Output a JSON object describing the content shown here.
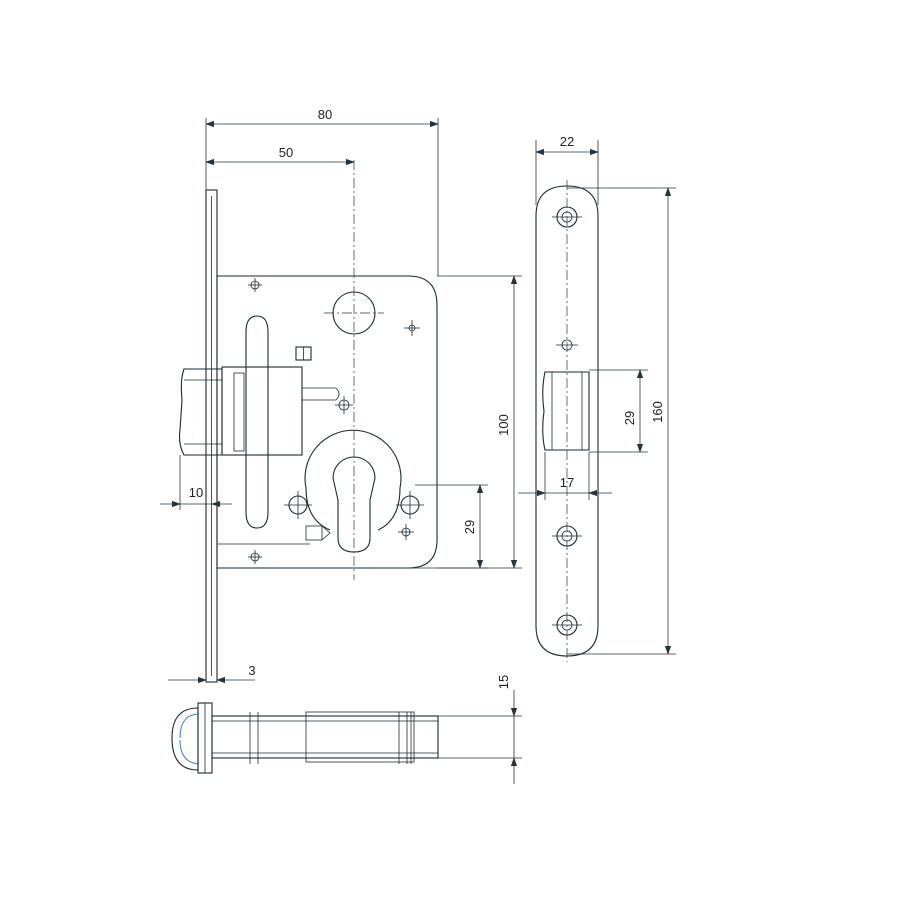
{
  "dimensions": {
    "width_80": "80",
    "depth_50": "50",
    "strike_width_22": "22",
    "height_100": "100",
    "strike_height_160": "160",
    "latch_height_29": "29",
    "latch_offset_10": "10",
    "latch_width_17": "17",
    "spindle_cyl_29": "29",
    "faceplate_3": "3",
    "thickness_15": "15"
  },
  "colors": {
    "line": "#1b2a33",
    "accent": "#4a86c5"
  }
}
